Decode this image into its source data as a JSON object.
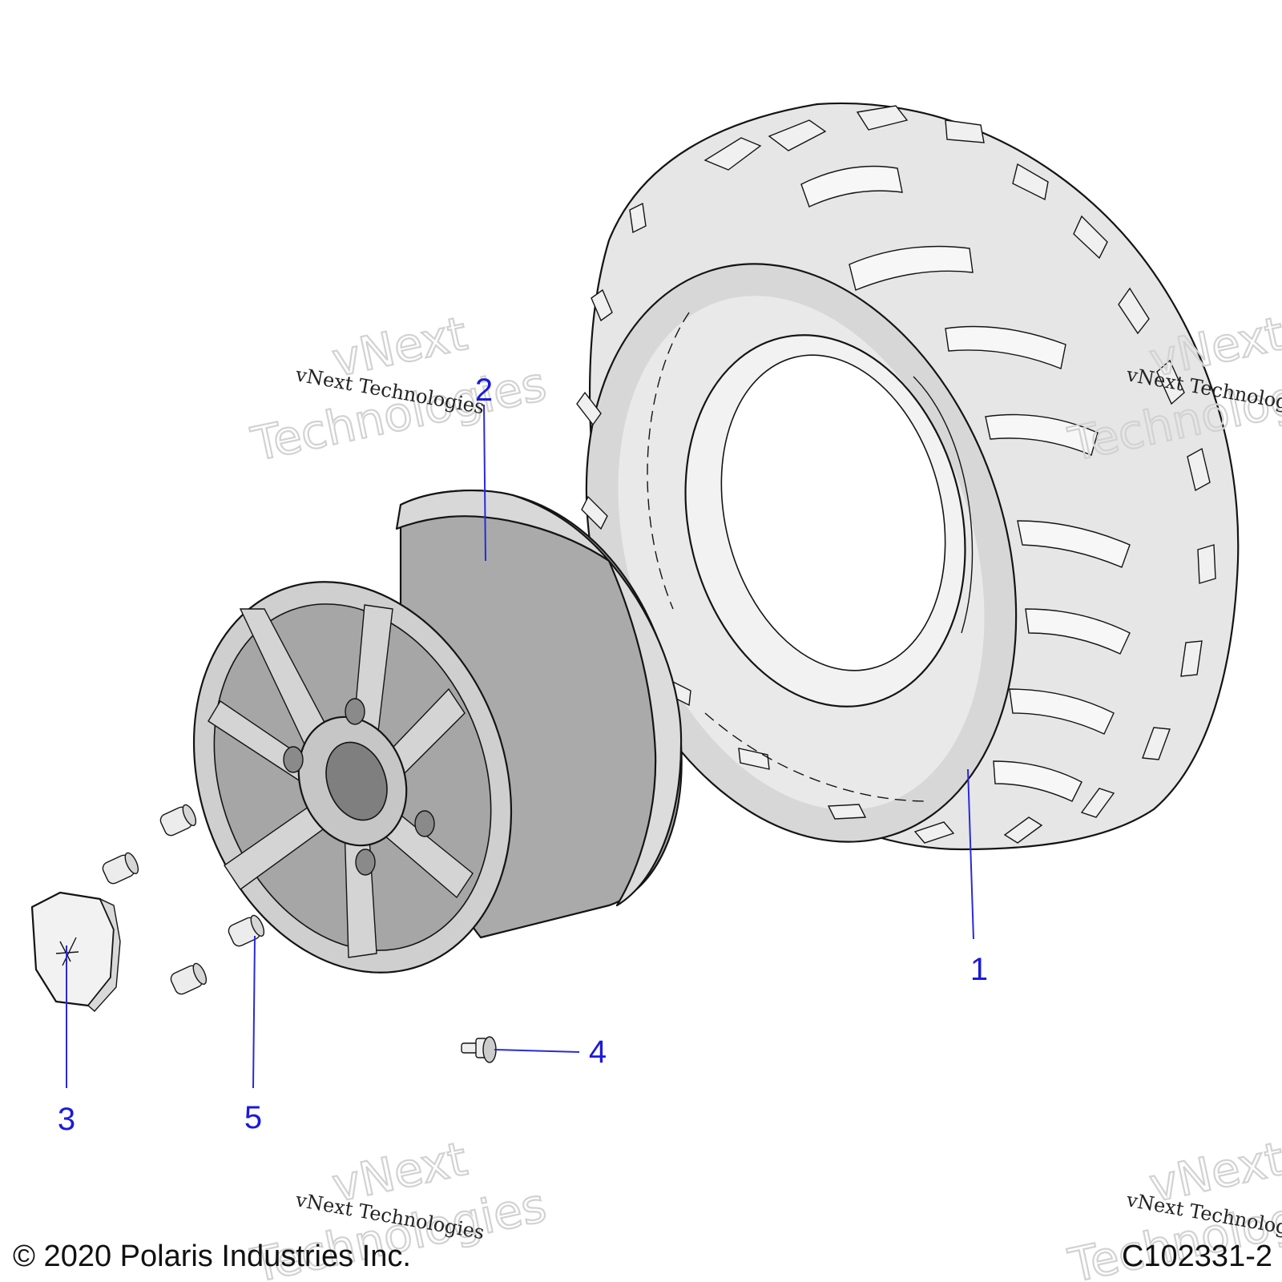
{
  "callouts": [
    {
      "number": "1",
      "part": "tire"
    },
    {
      "number": "2",
      "part": "wheel"
    },
    {
      "number": "3",
      "part": "hub-cap"
    },
    {
      "number": "4",
      "part": "valve-stem"
    },
    {
      "number": "5",
      "part": "lug-nut"
    }
  ],
  "watermark": {
    "line": "vNext Technologies",
    "big_word_1": "vNext",
    "big_word_2": "Technologies"
  },
  "footer": {
    "copyright": "© 2020 Polaris Industries Inc.",
    "drawing_id": "C102331-2"
  },
  "colors": {
    "callout": "#1a1adc",
    "tire_face": "#e3e3e3",
    "wheel_barrel": "#a9a9a9",
    "wheel_face": "#bdbdbd"
  }
}
